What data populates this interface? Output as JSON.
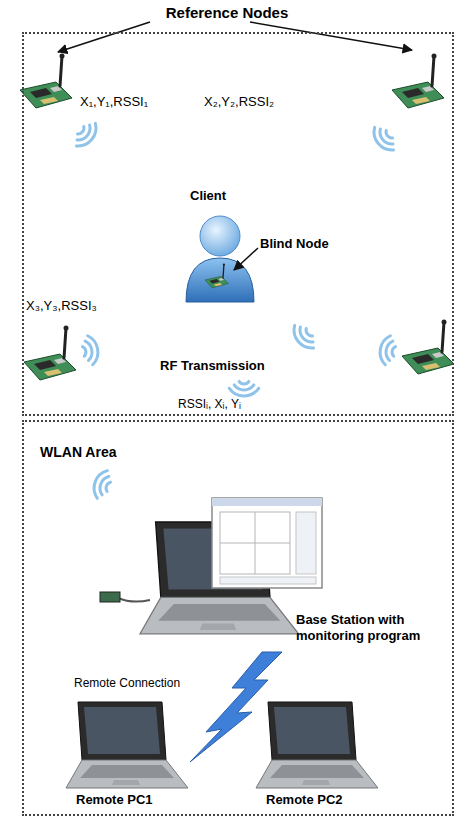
{
  "diagram": {
    "nodes": [
      {
        "text": [
          "Reference Nodes"
        ]
      },
      {
        "text": [
          "X₁,Y₁,RSSI₁"
        ],
        "in": 0
      },
      {
        "text": [
          "X₂,Y₂,RSSI₂"
        ],
        "in": 0
      },
      {
        "text": [
          "Client",
          "Blind Node"
        ],
        "in": 0
      },
      {
        "text": [
          "X₃,Y₃,RSSI₃"
        ],
        "in": 0
      },
      {
        "text": [
          "WLAN Area"
        ]
      },
      {
        "text": [
          "Base Station with monitoring program"
        ],
        "in": 5
      },
      {
        "text": [
          "Remote PC1"
        ],
        "in": 5
      },
      {
        "text": [
          "Remote PC2"
        ],
        "in": 5
      }
    ],
    "labels": [
      "RF Transmission",
      "RSSIᵢ, Xᵢ, Yᵢ",
      "Remote Connection"
    ]
  }
}
